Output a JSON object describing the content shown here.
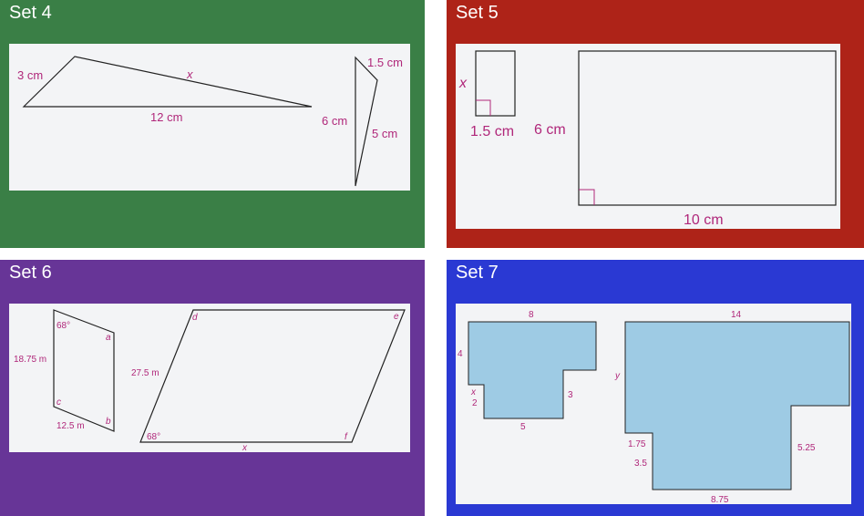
{
  "colors": {
    "set4": "#3a7f46",
    "set5": "#ae2318",
    "set6": "#673597",
    "set7": "#2a39d3",
    "card": "#f3f4f6",
    "label": "#b0277a",
    "fill": "#9ecbe4"
  },
  "set4": {
    "title": "Set 4",
    "triangle_a": {
      "side_left": "3 cm",
      "side_top": "x",
      "side_bottom": "12 cm"
    },
    "triangle_b": {
      "side_top": "1.5 cm",
      "side_left": "6 cm",
      "side_right": "5 cm"
    }
  },
  "set5": {
    "title": "Set 5",
    "small_rect": {
      "height": "x",
      "width": "1.5 cm"
    },
    "large_rect": {
      "height": "6 cm",
      "width": "10 cm"
    }
  },
  "set6": {
    "title": "Set 6",
    "small_quad": {
      "angle": "68°",
      "vertex_a": "a",
      "vertex_b": "b",
      "vertex_c": "c",
      "left_side": "18.75 m",
      "bottom_side": "12.5 m"
    },
    "large_quad": {
      "vertex_d": "d",
      "vertex_e": "e",
      "vertex_f": "f",
      "angle": "68°",
      "left_side": "27.5 m",
      "bottom_side": "x"
    }
  },
  "set7": {
    "title": "Set 7",
    "small_shape": {
      "top": "8",
      "left": "4",
      "inner_x": "x",
      "inner_2": "2",
      "bottom": "5",
      "right": "3"
    },
    "large_shape": {
      "top": "14",
      "left": "y",
      "left_low": "1.75",
      "step": "3.5",
      "right": "5.25",
      "bottom": "8.75"
    }
  }
}
